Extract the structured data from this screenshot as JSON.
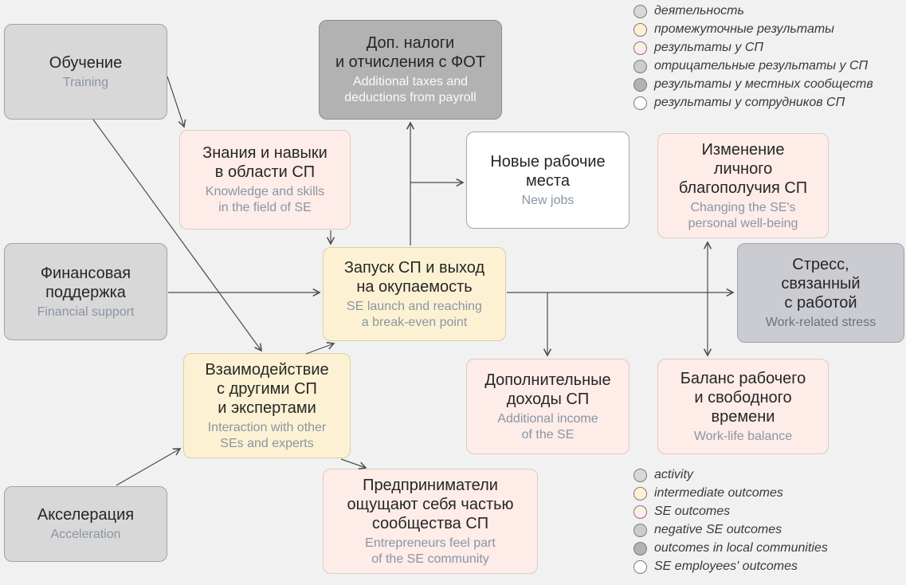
{
  "diagram": {
    "nodes": [
      {
        "id": "training",
        "type": "activity",
        "title": "Обучение",
        "subtitle": "Training"
      },
      {
        "id": "payroll_taxes",
        "type": "local_community_outcome",
        "title": "Доп. налоги\nи отчисления с ФОТ",
        "subtitle": "Additional taxes and\ndeductions from payroll"
      },
      {
        "id": "knowledge",
        "type": "se_outcome",
        "title": "Знания и навыки\nв области СП",
        "subtitle": "Knowledge and skills\nin the field of SE"
      },
      {
        "id": "new_jobs",
        "type": "employee_outcome",
        "title": "Новые рабочие\nместа",
        "subtitle": "New jobs"
      },
      {
        "id": "wellbeing",
        "type": "se_outcome",
        "title": "Изменение\nличного\nблагополучия СП",
        "subtitle": "Changing the SE's\npersonal well-being"
      },
      {
        "id": "financial_support",
        "type": "activity",
        "title": "Финансовая\nподдержка",
        "subtitle": "Financial support"
      },
      {
        "id": "launch",
        "type": "intermediate_outcome",
        "title": "Запуск СП и выход\nна окупаемость",
        "subtitle": "SE launch and reaching\na break-even point"
      },
      {
        "id": "stress",
        "type": "negative_se_outcome",
        "title": "Стресс,\nсвязанный\nс работой",
        "subtitle": "Work-related stress"
      },
      {
        "id": "interaction",
        "type": "intermediate_outcome",
        "title": "Взаимодействие\nс другими СП\nи экспертами",
        "subtitle": "Interaction with other\nSEs and experts"
      },
      {
        "id": "additional_income",
        "type": "se_outcome",
        "title": "Дополнительные\nдоходы СП",
        "subtitle": "Additional income\nof the SE"
      },
      {
        "id": "work_life_balance",
        "type": "se_outcome",
        "title": "Баланс рабочего\nи свободного\nвремени",
        "subtitle": "Work-life balance"
      },
      {
        "id": "acceleration",
        "type": "activity",
        "title": "Акселерация",
        "subtitle": "Acceleration"
      },
      {
        "id": "community",
        "type": "se_outcome",
        "title": "Предприниматели\nощущают себя частью\nсообщества СП",
        "subtitle": "Entrepreneurs feel part\nof the SE community"
      }
    ],
    "edges": [
      {
        "from": "training",
        "to": "knowledge"
      },
      {
        "from": "training",
        "to": "interaction"
      },
      {
        "from": "knowledge",
        "to": "launch"
      },
      {
        "from": "financial_support",
        "to": "launch"
      },
      {
        "from": "acceleration",
        "to": "interaction"
      },
      {
        "from": "interaction",
        "to": "launch"
      },
      {
        "from": "interaction",
        "to": "community"
      },
      {
        "from": "launch",
        "to": "payroll_taxes"
      },
      {
        "from": "launch",
        "to": "new_jobs"
      },
      {
        "from": "launch",
        "to": "stress"
      },
      {
        "from": "launch",
        "to": "additional_income"
      },
      {
        "from": "launch",
        "to": "wellbeing"
      },
      {
        "from": "launch",
        "to": "work_life_balance"
      }
    ],
    "legend_ru": [
      {
        "label": "деятельность",
        "type": "activity"
      },
      {
        "label": "промежуточные результаты",
        "type": "intermediate_outcome"
      },
      {
        "label": "результаты у СП",
        "type": "se_outcome"
      },
      {
        "label": "отрицательные результаты у СП",
        "type": "negative_se_outcome"
      },
      {
        "label": "результаты у местных сообществ",
        "type": "local_community_outcome"
      },
      {
        "label": "результаты у сотрудников СП",
        "type": "employee_outcome"
      }
    ],
    "legend_en": [
      {
        "label": "activity",
        "type": "activity"
      },
      {
        "label": "intermediate outcomes",
        "type": "intermediate_outcome"
      },
      {
        "label": "SE outcomes",
        "type": "se_outcome"
      },
      {
        "label": "negative SE outcomes",
        "type": "negative_se_outcome"
      },
      {
        "label": "outcomes in local communities",
        "type": "local_community_outcome"
      },
      {
        "label": "SE employees' outcomes",
        "type": "employee_outcome"
      }
    ],
    "palette": {
      "activity": "#d8d8d8",
      "intermediate_outcome": "#fcf2d3",
      "se_outcome": "#fdece8",
      "negative_se_outcome": "#cbccd2",
      "local_community_outcome": "#b2b2b2",
      "employee_outcome": "#ffffff",
      "arrow": "#4d4d4d",
      "title_text": "#262626",
      "subtitle_text": "#8b95a3",
      "background": "#f1f1f2"
    }
  }
}
